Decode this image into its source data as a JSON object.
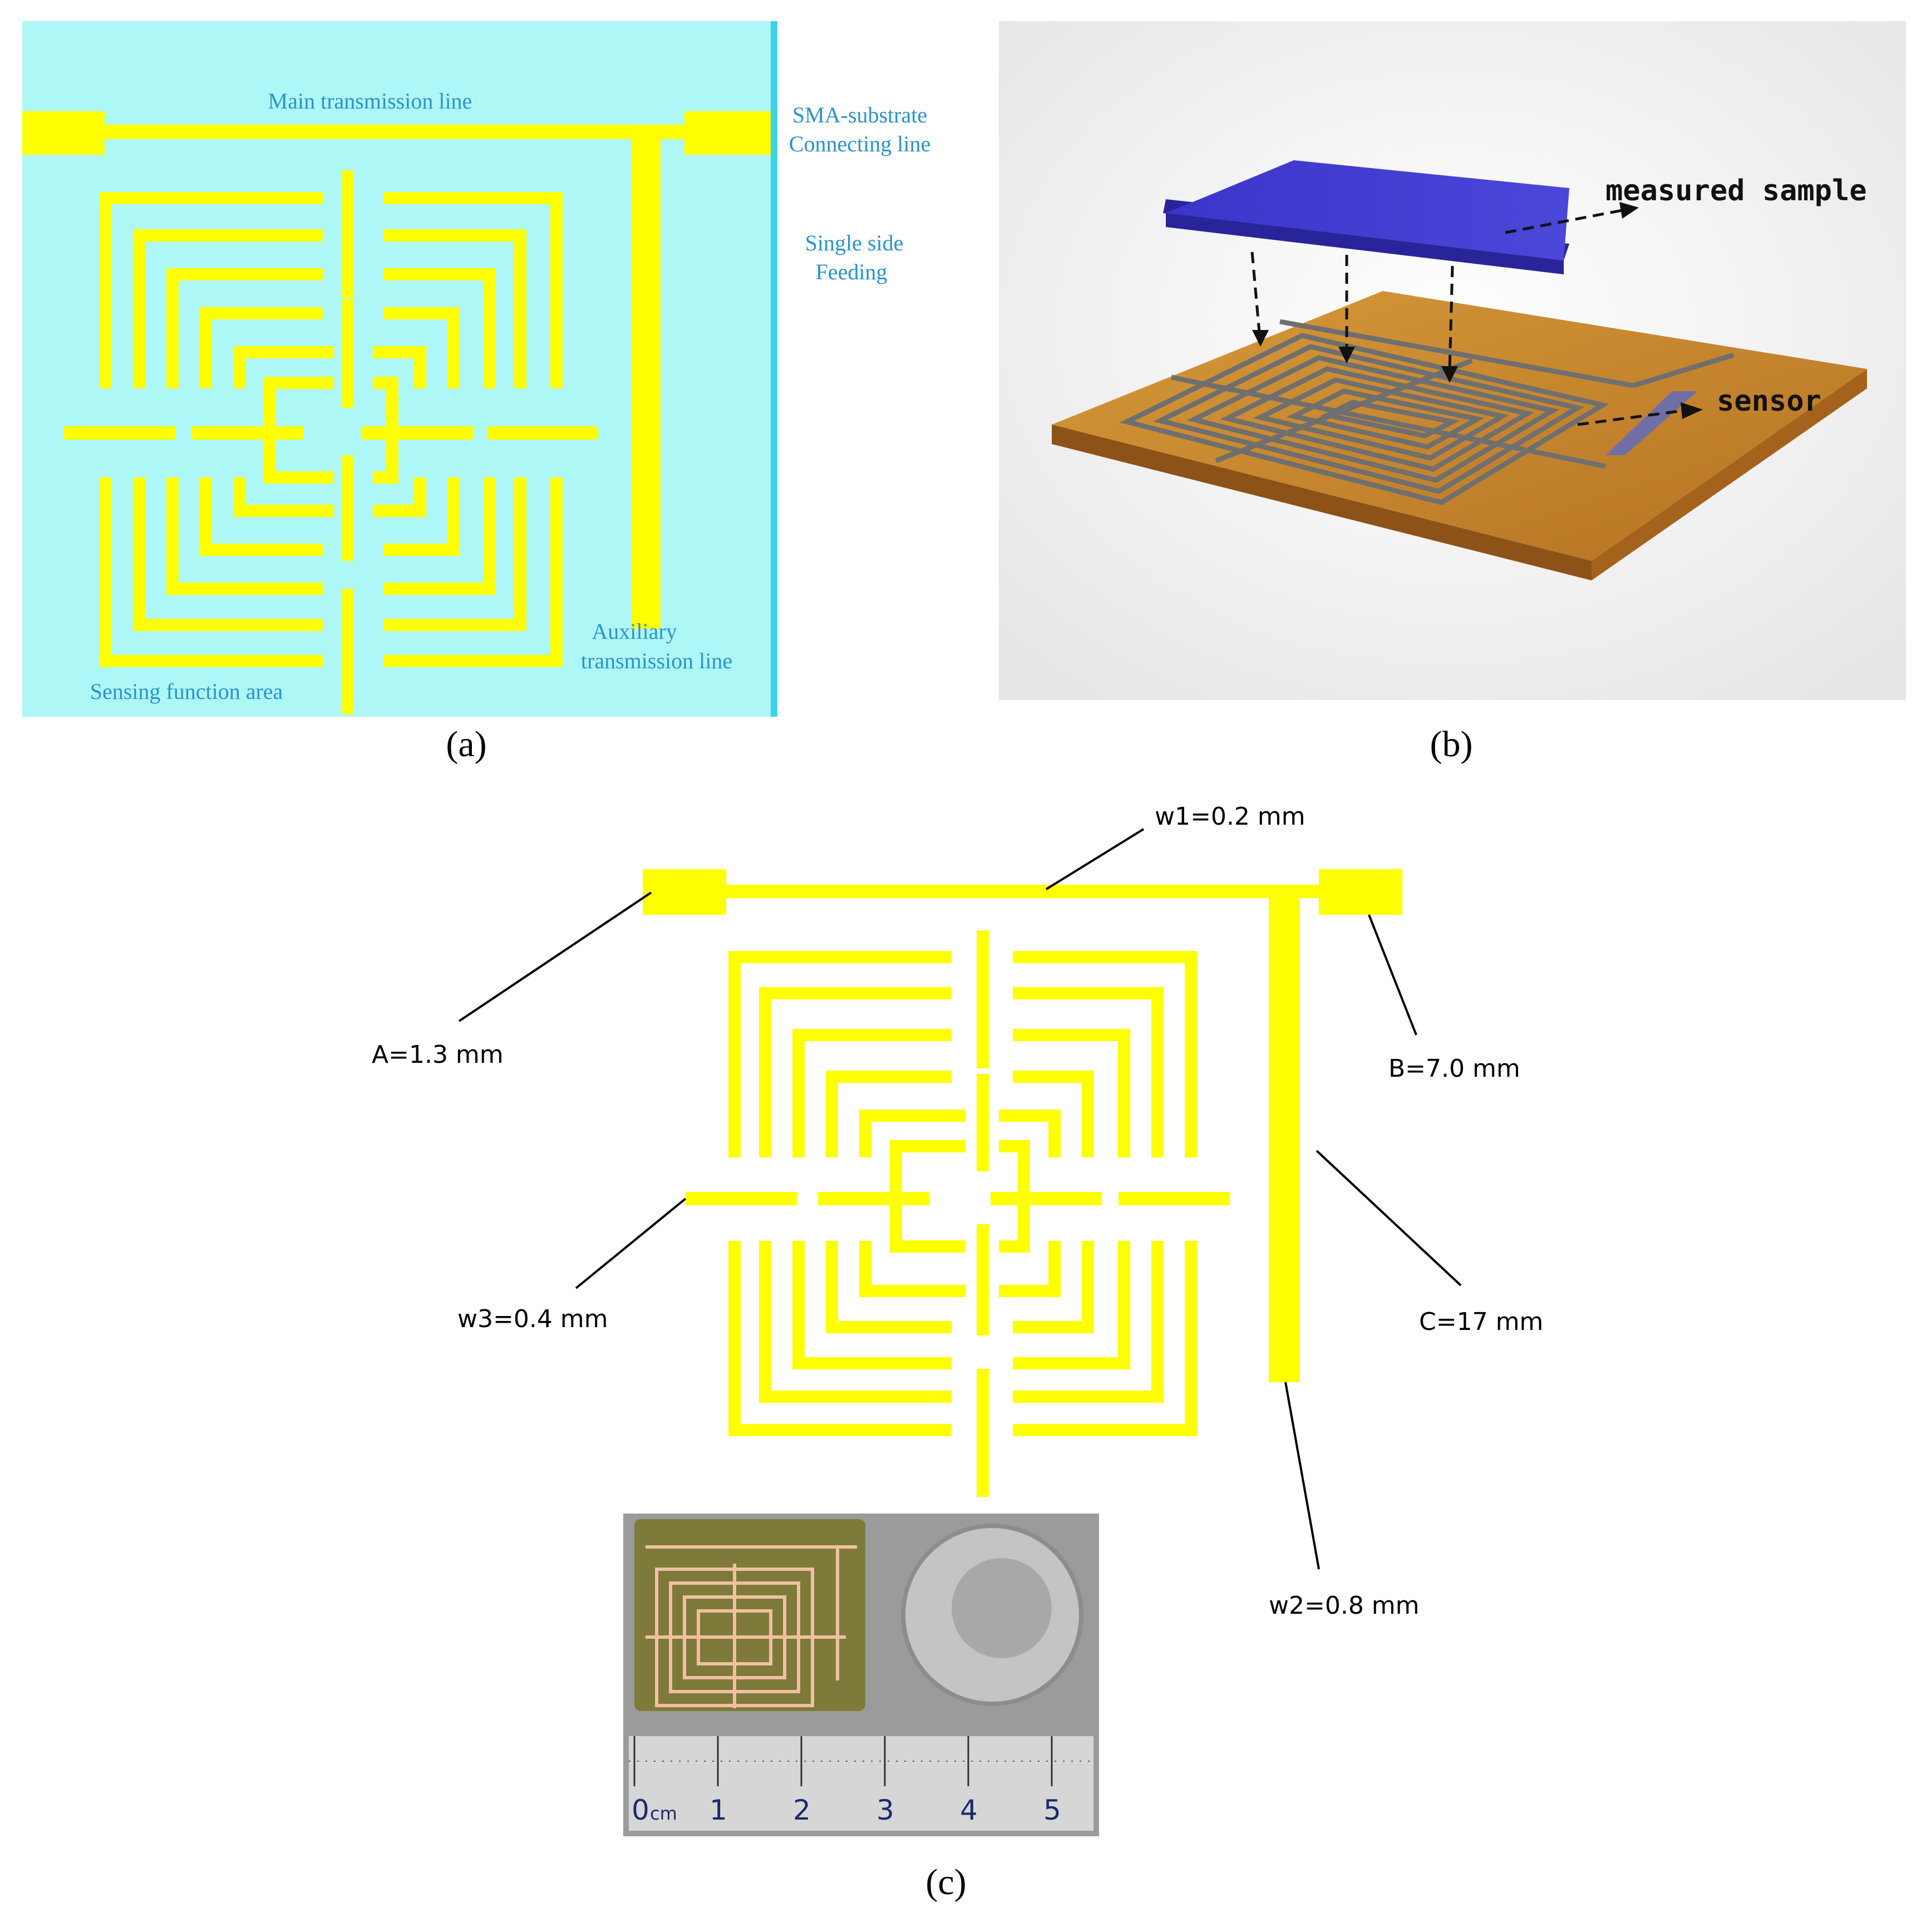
{
  "panel_a": {
    "main_line": "Main transmission line",
    "sma_line1": "SMA-substrate",
    "sma_line2": "Connecting line",
    "feed_line1": "Single side",
    "feed_line2": "Feeding",
    "aux_line1": "Auxiliary",
    "aux_line2": "transmission line",
    "sensing": "Sensing function area",
    "tag": "(a)"
  },
  "panel_b": {
    "sample": "measured sample",
    "sensor": "sensor",
    "tag": "(b)"
  },
  "panel_c": {
    "w1": "w1=0.2 mm",
    "A": "A=1.3 mm",
    "B": "B=7.0 mm",
    "w3": "w3=0.4 mm",
    "C": "C=17 mm",
    "w2": "w2=0.8 mm",
    "ruler_labels": [
      "0",
      "cm",
      "1",
      "2",
      "3",
      "4",
      "5"
    ],
    "tag": "(c)"
  },
  "colors": {
    "substrate": "#aef7f7",
    "copper": "#ffff00",
    "label_blue": "#2b93c9",
    "sample": "#3a34c8",
    "board": "#c98a2c"
  }
}
